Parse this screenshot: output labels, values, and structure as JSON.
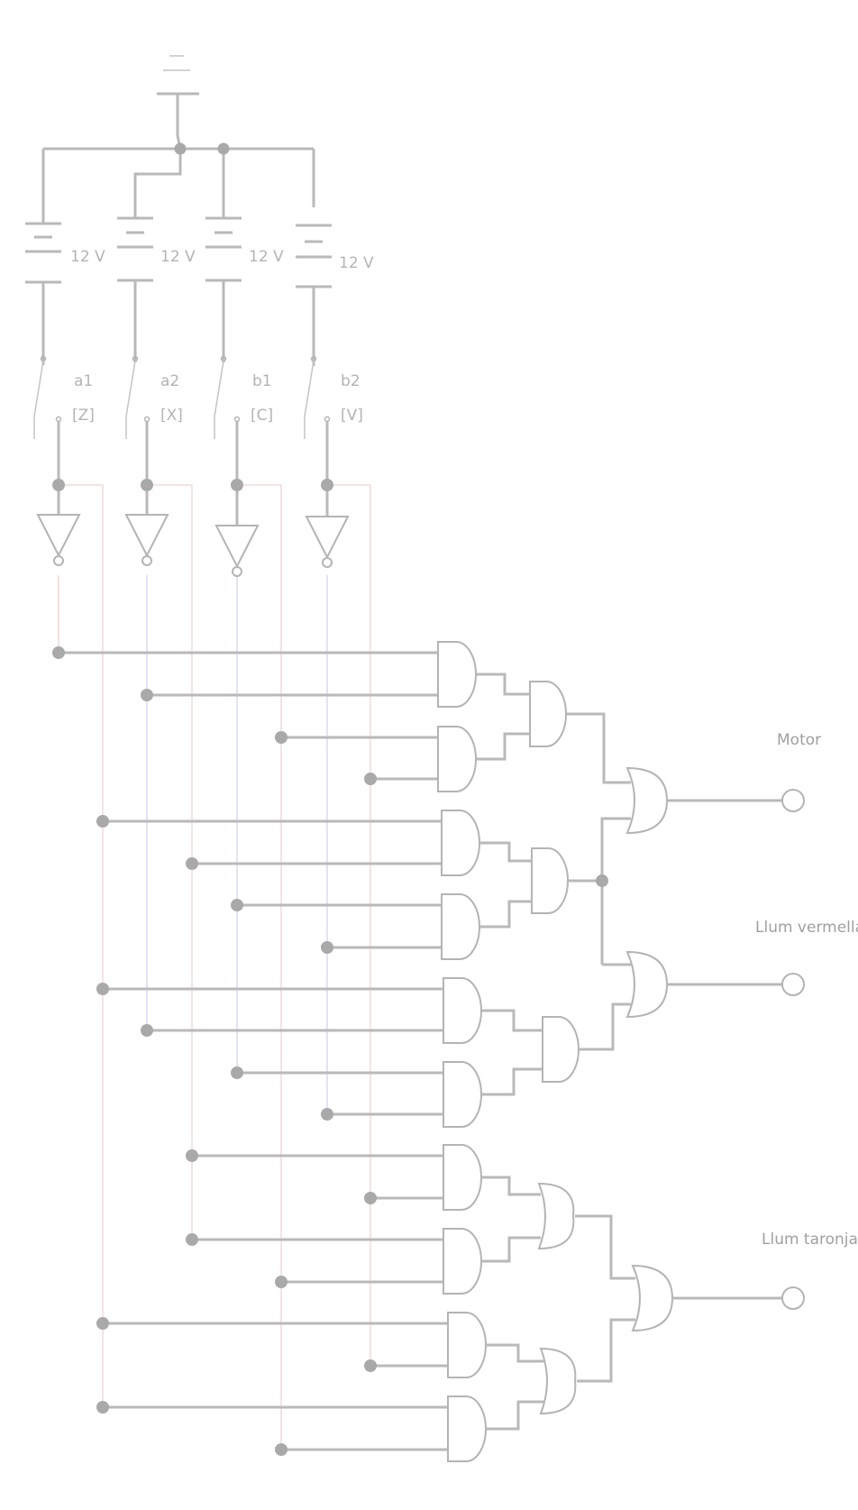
{
  "battery_label": "12 V",
  "switches": [
    {
      "name": "a1",
      "key": "[Z]"
    },
    {
      "name": "a2",
      "key": "[X]"
    },
    {
      "name": "b1",
      "key": "[C]"
    },
    {
      "name": "b2",
      "key": "[V]"
    }
  ],
  "outputs": [
    {
      "label": "Motor"
    },
    {
      "label": "Llum vermella"
    },
    {
      "label": "Llum taronja"
    }
  ],
  "colors": {
    "wire": "#b9b9b9",
    "bus_a1": "#f4dada",
    "bus_a2": "#d8daf2",
    "bus_b1": "#f4dada",
    "bus_b2": "#f4dada"
  }
}
